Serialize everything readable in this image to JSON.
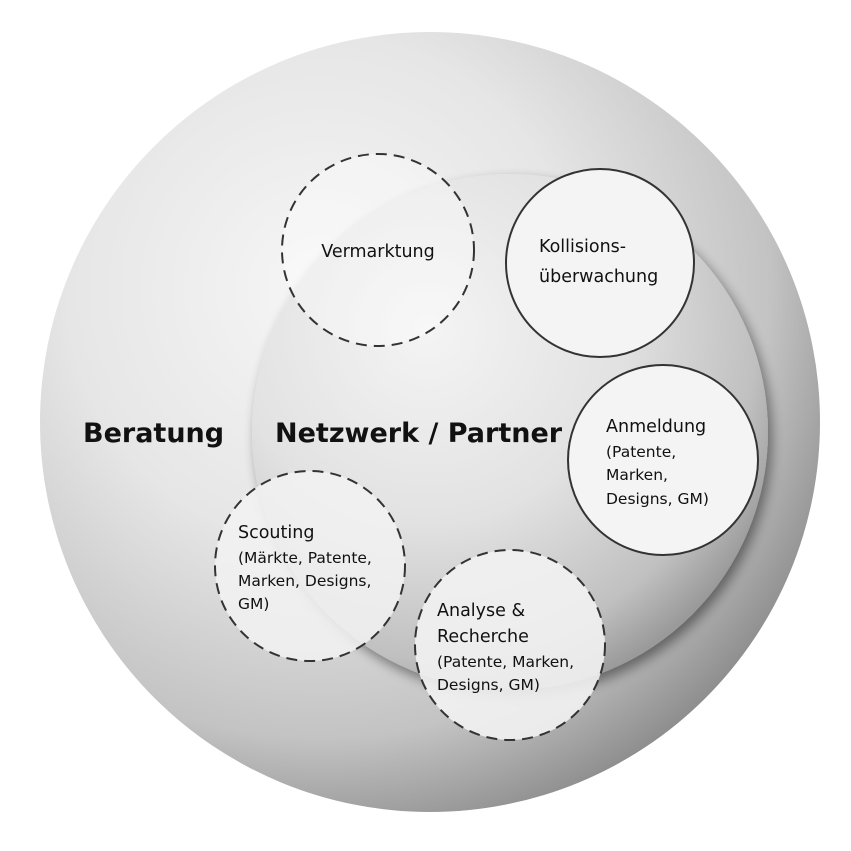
{
  "diagram": {
    "outer_label": "Beratung",
    "inner_label": "Netzwerk / Partner",
    "circles": {
      "vermarktung": {
        "border": "dashed",
        "lines": [
          "Vermarktung"
        ]
      },
      "kollision": {
        "border": "solid",
        "lines": [
          "Kollisions-",
          "überwachung"
        ]
      },
      "anmeldung": {
        "border": "solid",
        "lines": [
          "Anmeldung",
          "(Patente,",
          "Marken,",
          "Designs, GM)"
        ]
      },
      "analyse": {
        "border": "dashed",
        "lines": [
          "Analyse &",
          "Recherche",
          "(Patente, Marken,",
          "Designs, GM)"
        ]
      },
      "scouting": {
        "border": "dashed",
        "lines": [
          "Scouting",
          "(Märkte, Patente,",
          "Marken, Designs,",
          "GM)"
        ]
      }
    },
    "colors": {
      "sphere_light": "#f7f7f7",
      "sphere_dark": "#8f8f8f",
      "outline": "#333333"
    }
  }
}
